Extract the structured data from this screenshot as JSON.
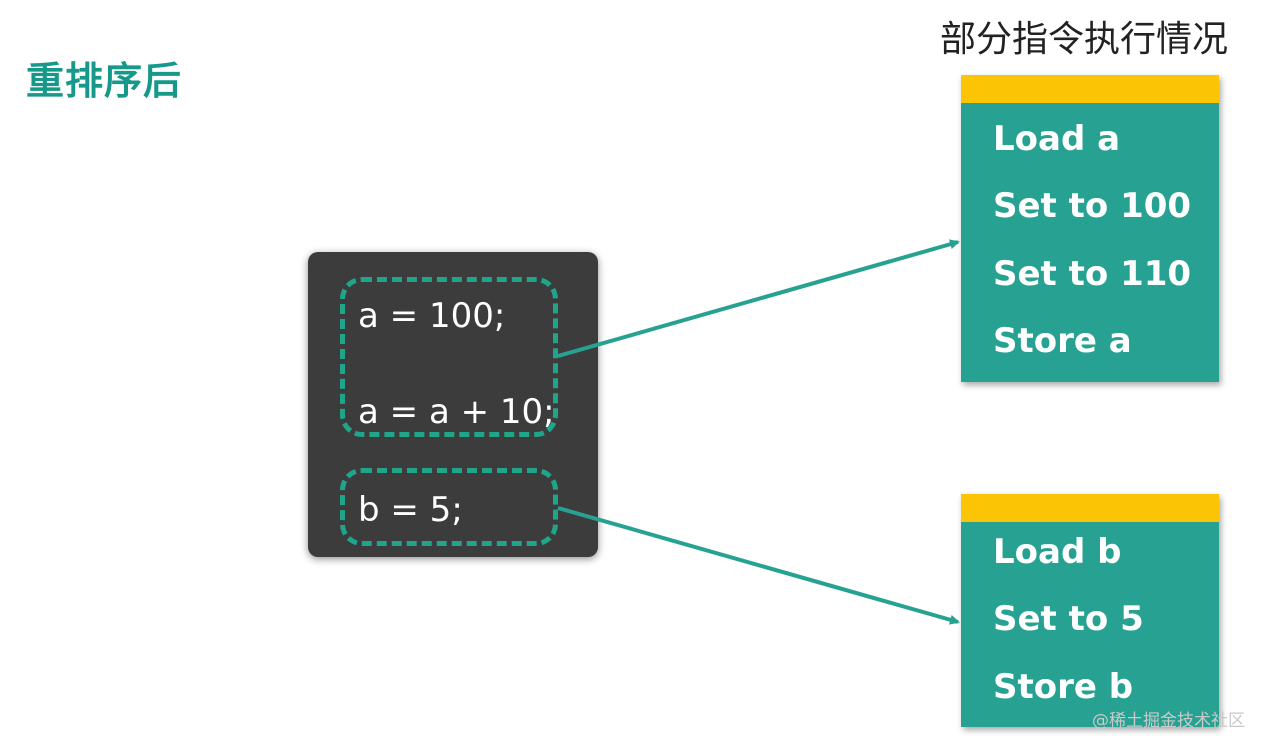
{
  "title": "重排序后",
  "right_heading": "部分指令执行情况",
  "code_block": {
    "lines": [
      "a = 100;",
      "a = a + 10;",
      "b = 5;"
    ]
  },
  "instruction_groups": [
    {
      "items": [
        "Load a",
        "Set to 100",
        "Set to 110",
        "Store a"
      ]
    },
    {
      "items": [
        "Load b",
        "Set to 5",
        "Store b"
      ]
    }
  ],
  "colors": {
    "title": "#16998a",
    "code_bg": "#3c3c3c",
    "dash": "#1ea58a",
    "box": "#27a292",
    "box_bar": "#fbc404",
    "arrow": "#27a292"
  },
  "watermark": "@稀土掘金技术社区"
}
